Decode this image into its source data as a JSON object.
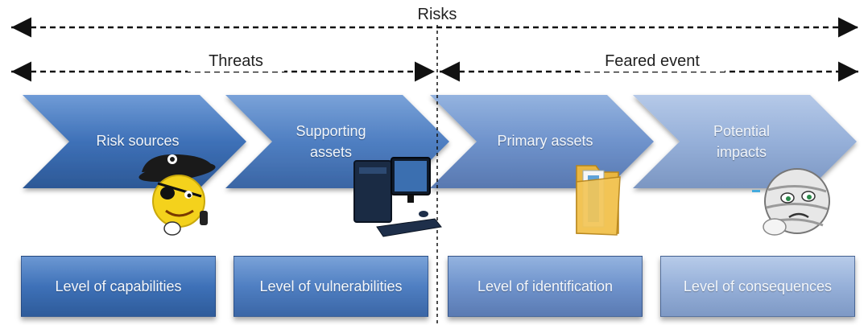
{
  "headers": {
    "risks": "Risks",
    "threats": "Threats",
    "feared_event": "Feared event"
  },
  "chevrons": [
    {
      "label": "Risk sources",
      "icon": "pirate-smiley-icon"
    },
    {
      "label": "Supporting\nassets",
      "icon": "computer-icon"
    },
    {
      "label": "Primary assets",
      "icon": "folder-icon"
    },
    {
      "label": "Potential\nimpacts",
      "icon": "mummy-icon"
    }
  ],
  "boxes": [
    {
      "label": "Level of capabilities"
    },
    {
      "label": "Level of vulnerabilities"
    },
    {
      "label": "Level of identification"
    },
    {
      "label": "Level of consequences"
    }
  ],
  "colors": {
    "stage_1": "#3e71b8",
    "stage_2": "#4f7fc2",
    "stage_3": "#6f93cc",
    "stage_4": "#96b0d9",
    "arrow_line": "#111111"
  }
}
